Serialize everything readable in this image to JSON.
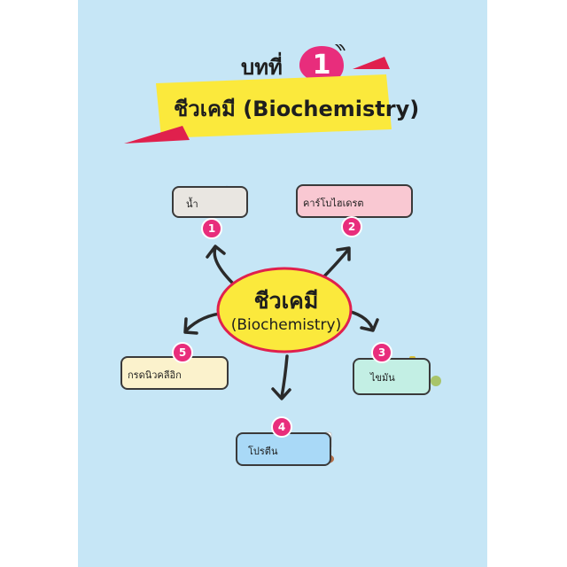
{
  "header": {
    "chapter_label": "บทที่",
    "chapter_number": "1",
    "title": "ชีวเคมี (Biochemistry)"
  },
  "center": {
    "title": "ชีวเคมี",
    "subtitle": "(Biochemistry)"
  },
  "topics": [
    {
      "number": "1",
      "label": "น้ำ",
      "icon": "water-drops-icon"
    },
    {
      "number": "2",
      "label": "คาร์โบไฮเดรต",
      "icon": "rice-bread-icon"
    },
    {
      "number": "3",
      "label": "ไขมัน",
      "icon": "oil-butter-icon"
    },
    {
      "number": "4",
      "label": "โปรตีน",
      "icon": "meat-eggs-icon"
    },
    {
      "number": "5",
      "label": "กรดนิวคลีอิก",
      "icon": "dna-icon"
    }
  ],
  "colors": {
    "page_background": "#c6e6f6",
    "banner": "#fbe93c",
    "badge": "#e82d7c",
    "accent_red": "#e0204d",
    "box_water": "#e9e6e1",
    "box_carb": "#f9c8d2",
    "box_fat": "#c3efe4",
    "box_protein": "#a9d9f7",
    "box_nucleic": "#fbf2cc"
  }
}
